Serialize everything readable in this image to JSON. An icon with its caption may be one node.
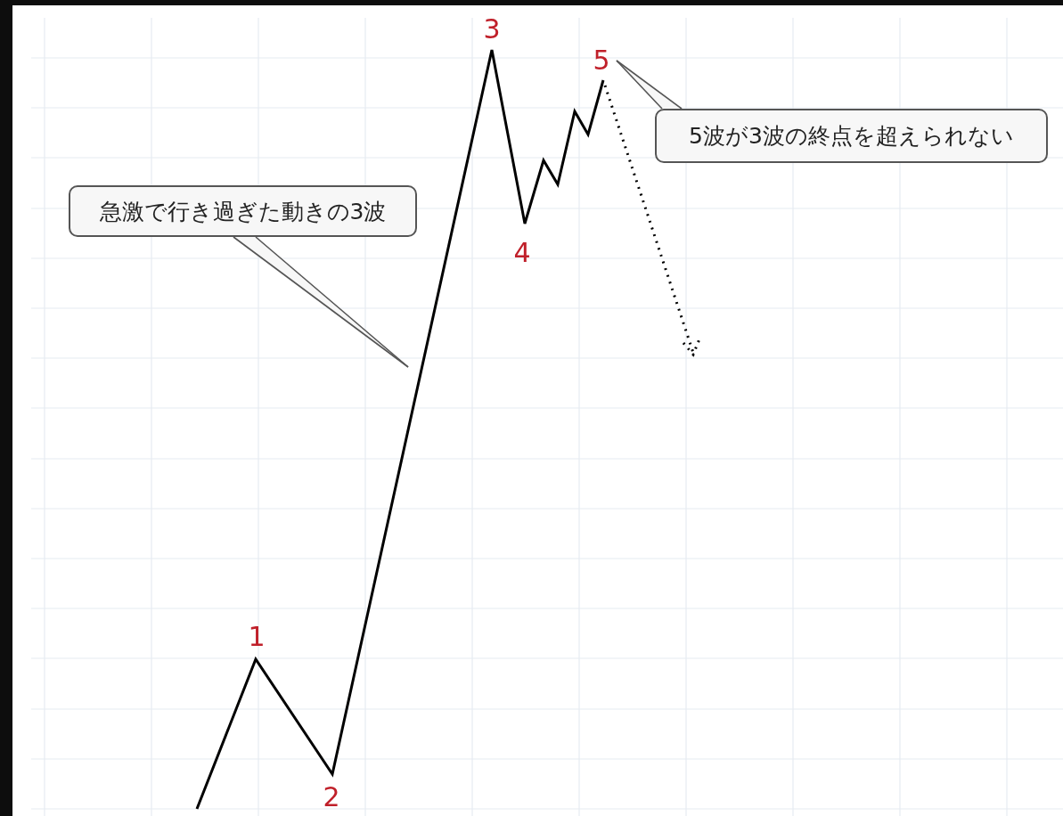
{
  "diagram": {
    "nodes": [
      {
        "text": [
          "急激で行き過ぎた動きの3波"
        ]
      },
      {
        "text": [
          "5波が3波の終点を超えられない"
        ]
      }
    ],
    "edges": [
      {
        "from": 0,
        "to": null,
        "arrow": "none"
      },
      {
        "from": 1,
        "to": null,
        "arrow": "none"
      }
    ],
    "labels": [
      "3",
      "5",
      "4",
      "1",
      "2"
    ]
  }
}
